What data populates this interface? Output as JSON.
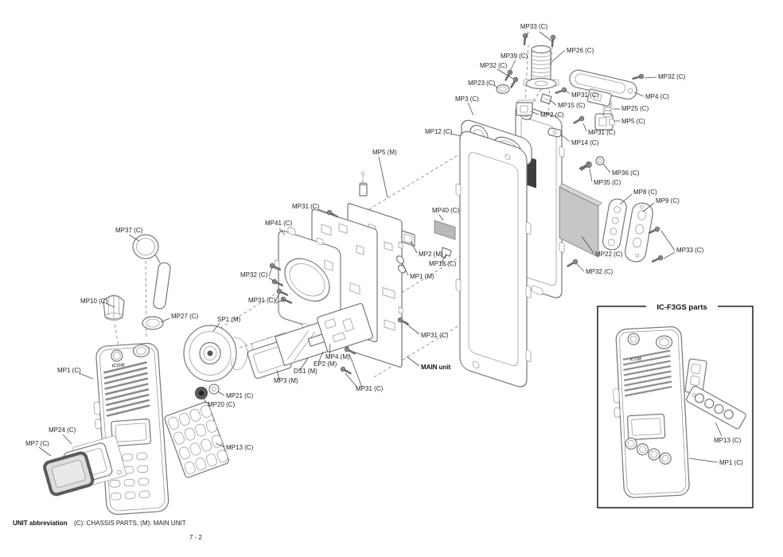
{
  "document": {
    "type": "exploded parts diagram",
    "page_number": "7 - 2"
  },
  "footer": {
    "bold": "UNIT abbreviation",
    "rest": "(C): CHASSIS PARTS, (M): MAIN UNIT",
    "page": "7 - 2"
  },
  "inset_box": {
    "title": "IC-F3GS parts"
  },
  "logo_text": "ICOM",
  "labels": [
    {
      "text": "MP33 (C)"
    },
    {
      "text": "MP26 (C)"
    },
    {
      "text": "MP39 (C)"
    },
    {
      "text": "MP32 (C)"
    },
    {
      "text": "MP23 (C)"
    },
    {
      "text": "MP3 (C)"
    },
    {
      "text": "MP31 (C)"
    },
    {
      "text": "MP15 (C)"
    },
    {
      "text": "MP2 (C)"
    },
    {
      "text": "MP32 (C)"
    },
    {
      "text": "MP4 (C)"
    },
    {
      "text": "MP25 (C)"
    },
    {
      "text": "MP5 (C)"
    },
    {
      "text": "MP31 (C)"
    },
    {
      "text": "MP14 (C)"
    },
    {
      "text": "MP12 (C)"
    },
    {
      "text": "MP5 (M)"
    },
    {
      "text": "MP36 (C)"
    },
    {
      "text": "MP35 (C)"
    },
    {
      "text": "MP8 (C)"
    },
    {
      "text": "MP9 (C)"
    },
    {
      "text": "MP31 (C)"
    },
    {
      "text": "MP41 (C)"
    },
    {
      "text": "MP40 (C)"
    },
    {
      "text": "MP2 (M)"
    },
    {
      "text": "MP18 (C)"
    },
    {
      "text": "MP1 (M)"
    },
    {
      "text": "MP22 (C)"
    },
    {
      "text": "MP33 (C)"
    },
    {
      "text": "MP32 (C)"
    },
    {
      "text": "MP31 (C)"
    },
    {
      "text": "MP32 (C)"
    },
    {
      "text": "MP37 (C)"
    },
    {
      "text": "MP10 (C)"
    },
    {
      "text": "MP27 (C)"
    },
    {
      "text": "SP1 (M)"
    },
    {
      "text": "MP31 (C)"
    },
    {
      "text": "MAIN unit"
    },
    {
      "text": "MP4 (M)"
    },
    {
      "text": "EP2 (M)"
    },
    {
      "text": "DS1 (M)"
    },
    {
      "text": "MP3 (M)"
    },
    {
      "text": "MP31 (C)"
    },
    {
      "text": "MP1 (C)"
    },
    {
      "text": "MP21 (C)"
    },
    {
      "text": "MP20 (C)"
    },
    {
      "text": "MP24 (C)"
    },
    {
      "text": "MP7 (C)"
    },
    {
      "text": "MP13 (C)"
    },
    {
      "text": "MP13 (C)"
    },
    {
      "text": "MP1 (C)"
    }
  ]
}
